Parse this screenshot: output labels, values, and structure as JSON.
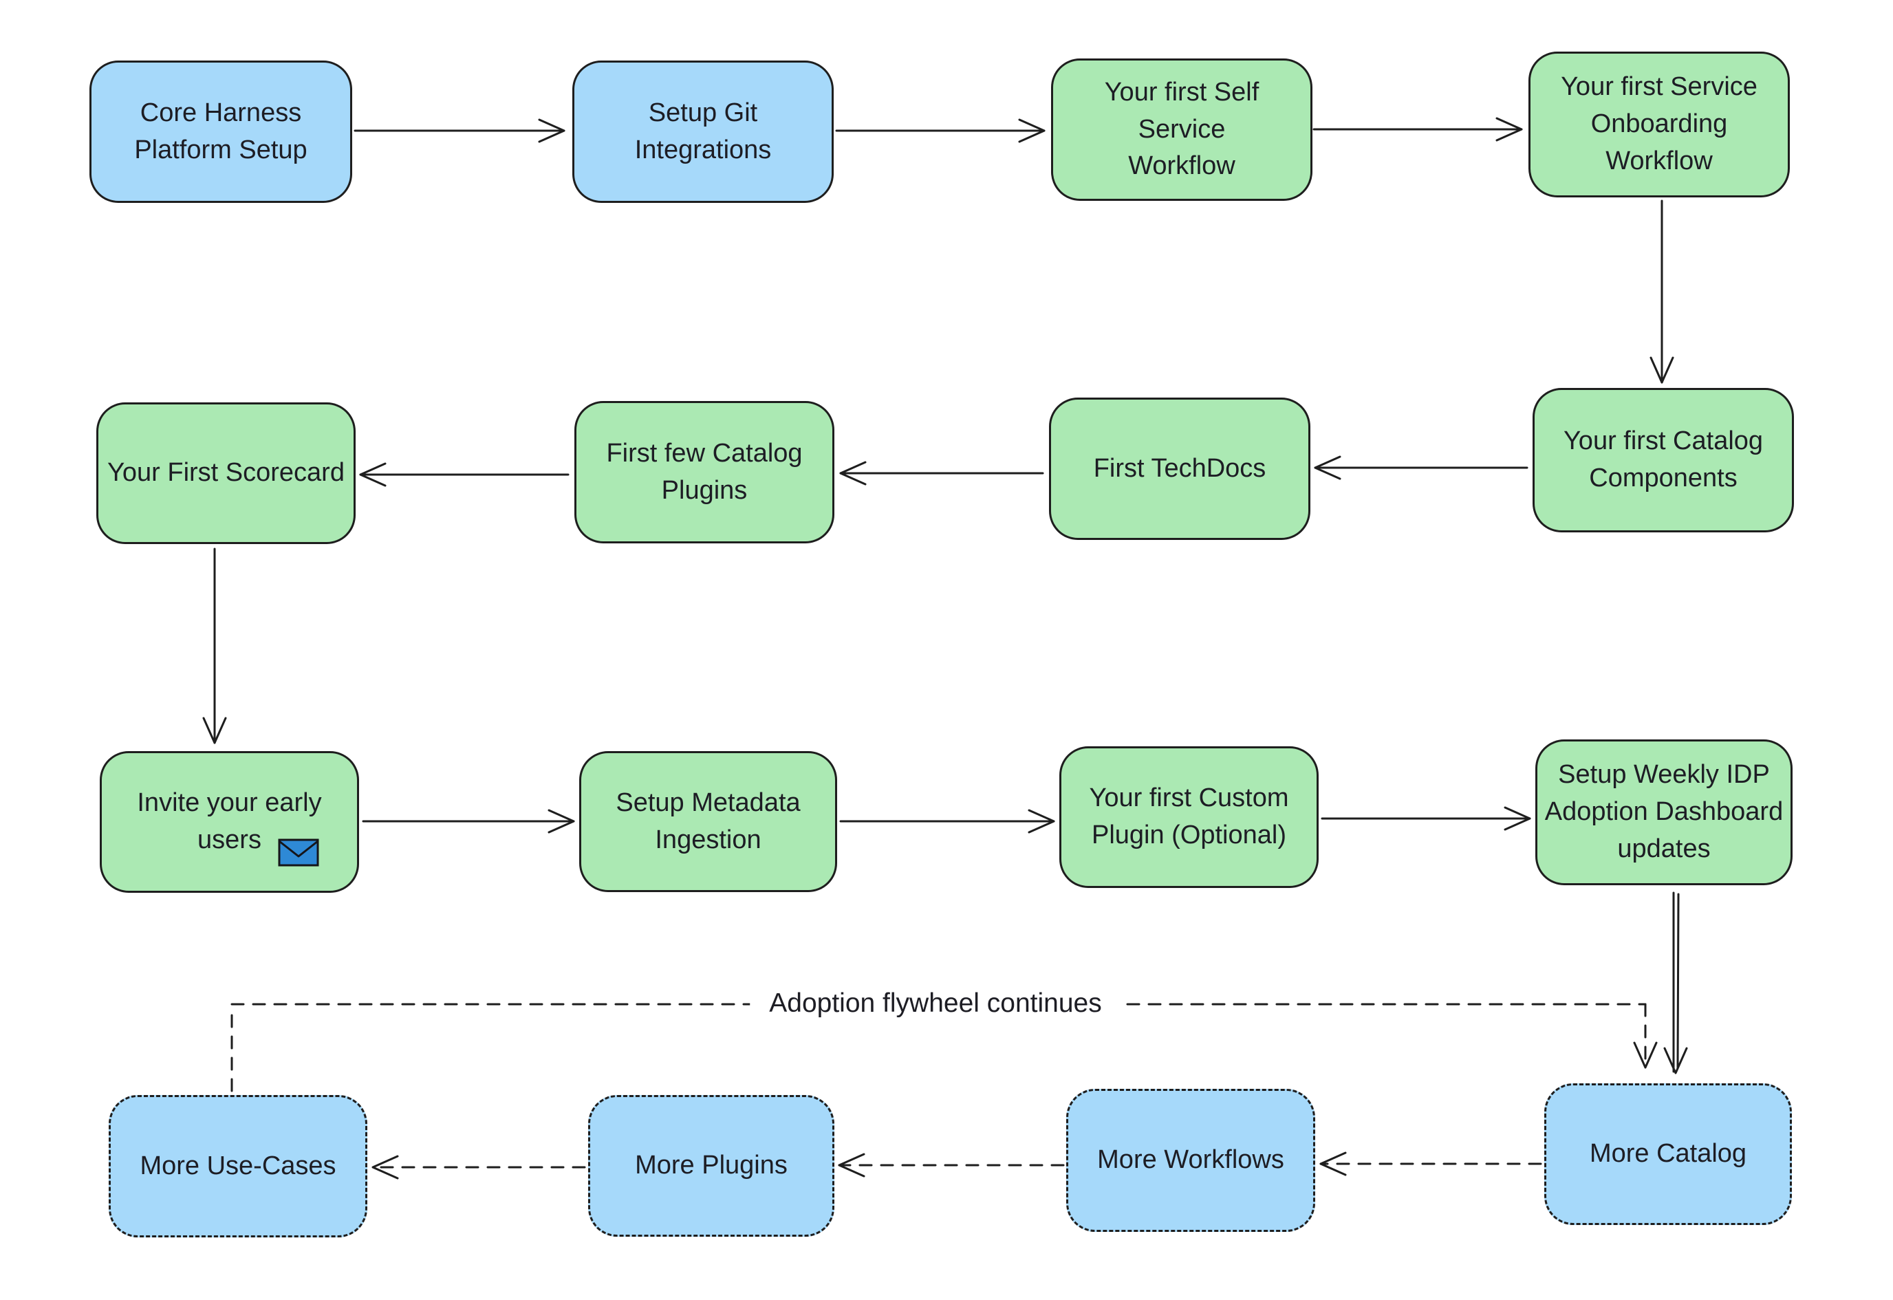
{
  "colors": {
    "blue_fill": "#a6d9fa",
    "green_fill": "#abe9b3",
    "stroke": "#1e1e1e",
    "text": "#1d1d24",
    "envelope_blue": "#2e89d6",
    "background": "#ffffff"
  },
  "nodes": [
    {
      "id": "core-harness-platform-setup",
      "label": "Core Harness\nPlatform Setup",
      "variant": "blue-solid"
    },
    {
      "id": "setup-git-integrations",
      "label": "Setup Git\nIntegrations",
      "variant": "blue-solid"
    },
    {
      "id": "first-self-service-workflow",
      "label": "Your first Self Service\nWorkflow",
      "variant": "green-solid"
    },
    {
      "id": "first-service-onboarding-workflow",
      "label": "Your first Service\nOnboarding\nWorkflow",
      "variant": "green-solid"
    },
    {
      "id": "first-catalog-components",
      "label": "Your first Catalog\nComponents",
      "variant": "green-solid"
    },
    {
      "id": "first-techdocs",
      "label": "First TechDocs",
      "variant": "green-solid"
    },
    {
      "id": "first-few-catalog-plugins",
      "label": "First few Catalog\nPlugins",
      "variant": "green-solid"
    },
    {
      "id": "your-first-scorecard",
      "label": "Your First Scorecard",
      "variant": "green-solid"
    },
    {
      "id": "invite-your-early-users",
      "label": "Invite your early\nusers",
      "variant": "green-solid",
      "icon": "email-icon"
    },
    {
      "id": "setup-metadata-ingestion",
      "label": "Setup Metadata\nIngestion",
      "variant": "green-solid"
    },
    {
      "id": "your-first-custom-plugin",
      "label": "Your first Custom\nPlugin (Optional)",
      "variant": "green-solid"
    },
    {
      "id": "setup-weekly-idp-adoption-dashboard-updates",
      "label": "Setup Weekly IDP\nAdoption Dashboard\nupdates",
      "variant": "green-solid"
    },
    {
      "id": "more-catalog",
      "label": "More Catalog",
      "variant": "blue-dashed"
    },
    {
      "id": "more-workflows",
      "label": "More Workflows",
      "variant": "blue-dashed"
    },
    {
      "id": "more-plugins",
      "label": "More Plugins",
      "variant": "blue-dashed"
    },
    {
      "id": "more-use-cases",
      "label": "More Use-Cases",
      "variant": "blue-dashed"
    }
  ],
  "edges": [
    {
      "from": "core-harness-platform-setup",
      "to": "setup-git-integrations",
      "style": "solid"
    },
    {
      "from": "setup-git-integrations",
      "to": "first-self-service-workflow",
      "style": "solid"
    },
    {
      "from": "first-self-service-workflow",
      "to": "first-service-onboarding-workflow",
      "style": "solid"
    },
    {
      "from": "first-service-onboarding-workflow",
      "to": "first-catalog-components",
      "style": "solid"
    },
    {
      "from": "first-catalog-components",
      "to": "first-techdocs",
      "style": "solid"
    },
    {
      "from": "first-techdocs",
      "to": "first-few-catalog-plugins",
      "style": "solid"
    },
    {
      "from": "first-few-catalog-plugins",
      "to": "your-first-scorecard",
      "style": "solid"
    },
    {
      "from": "your-first-scorecard",
      "to": "invite-your-early-users",
      "style": "solid"
    },
    {
      "from": "invite-your-early-users",
      "to": "setup-metadata-ingestion",
      "style": "solid"
    },
    {
      "from": "setup-metadata-ingestion",
      "to": "your-first-custom-plugin",
      "style": "solid"
    },
    {
      "from": "your-first-custom-plugin",
      "to": "setup-weekly-idp-adoption-dashboard-updates",
      "style": "solid"
    },
    {
      "from": "setup-weekly-idp-adoption-dashboard-updates",
      "to": "more-catalog",
      "style": "solid"
    },
    {
      "from": "more-catalog",
      "to": "more-workflows",
      "style": "dashed"
    },
    {
      "from": "more-workflows",
      "to": "more-plugins",
      "style": "dashed"
    },
    {
      "from": "more-plugins",
      "to": "more-use-cases",
      "style": "dashed"
    },
    {
      "from": "more-use-cases",
      "to": "more-catalog",
      "style": "dashed",
      "label": "Adoption flywheel continues"
    }
  ],
  "annotations": {
    "flywheel_label": "Adoption flywheel continues"
  }
}
